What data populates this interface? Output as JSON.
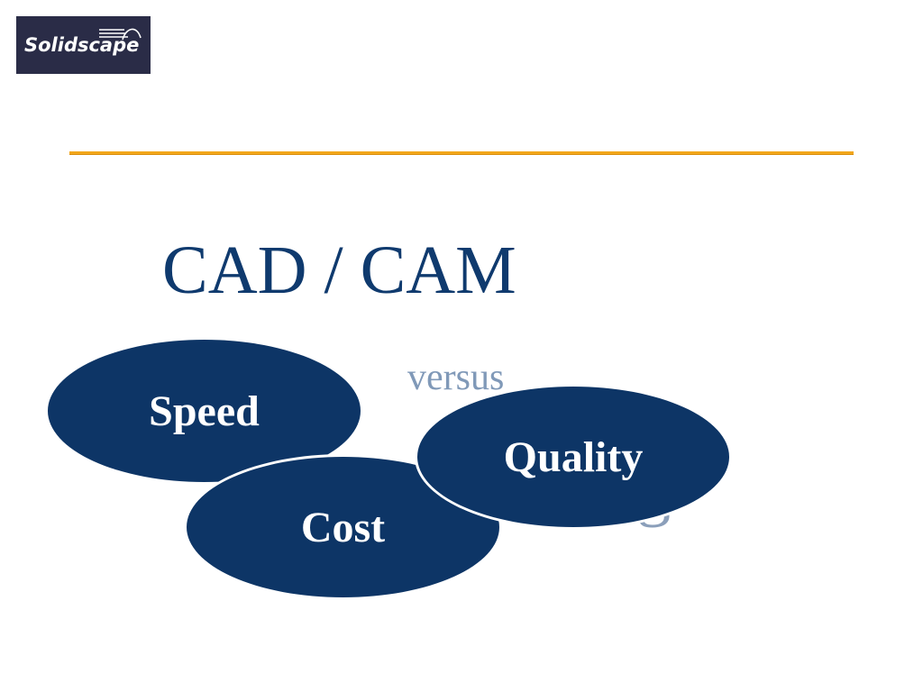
{
  "logo": {
    "text": "Solidscape"
  },
  "slide": {
    "title": "CAD / CAM",
    "versus": "versus",
    "partial_word": "ng"
  },
  "ellipses": {
    "speed": "Speed",
    "cost": "Cost",
    "quality": "Quality"
  },
  "colors": {
    "title": "#0f3a6e",
    "muted_text": "#8099b8",
    "ellipse_fill": "#0d3566",
    "rule": "#f2a71b",
    "logo_bg": "#2a2c47"
  }
}
